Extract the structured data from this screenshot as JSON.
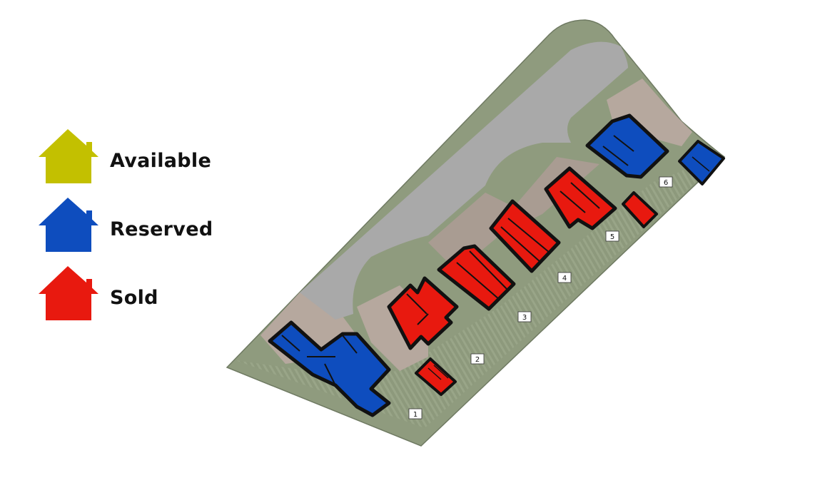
{
  "legend": {
    "available": {
      "label": "Available",
      "color": "#c3c000",
      "icon": "house-icon"
    },
    "reserved": {
      "label": "Reserved",
      "color": "#0e4dbe",
      "icon": "house-icon"
    },
    "sold": {
      "label": "Sold",
      "color": "#e8190f",
      "icon": "house-icon"
    }
  },
  "plots": [
    {
      "number": "1",
      "status": "reserved"
    },
    {
      "number": "2",
      "status": "sold"
    },
    {
      "number": "3",
      "status": "sold"
    },
    {
      "number": "4",
      "status": "sold"
    },
    {
      "number": "5",
      "status": "sold"
    },
    {
      "number": "6",
      "status": "reserved"
    }
  ],
  "colors": {
    "land": "#8f9b7e",
    "road": "#a8a8a8",
    "paving": "#b5a8a0",
    "outline": "#111111"
  }
}
